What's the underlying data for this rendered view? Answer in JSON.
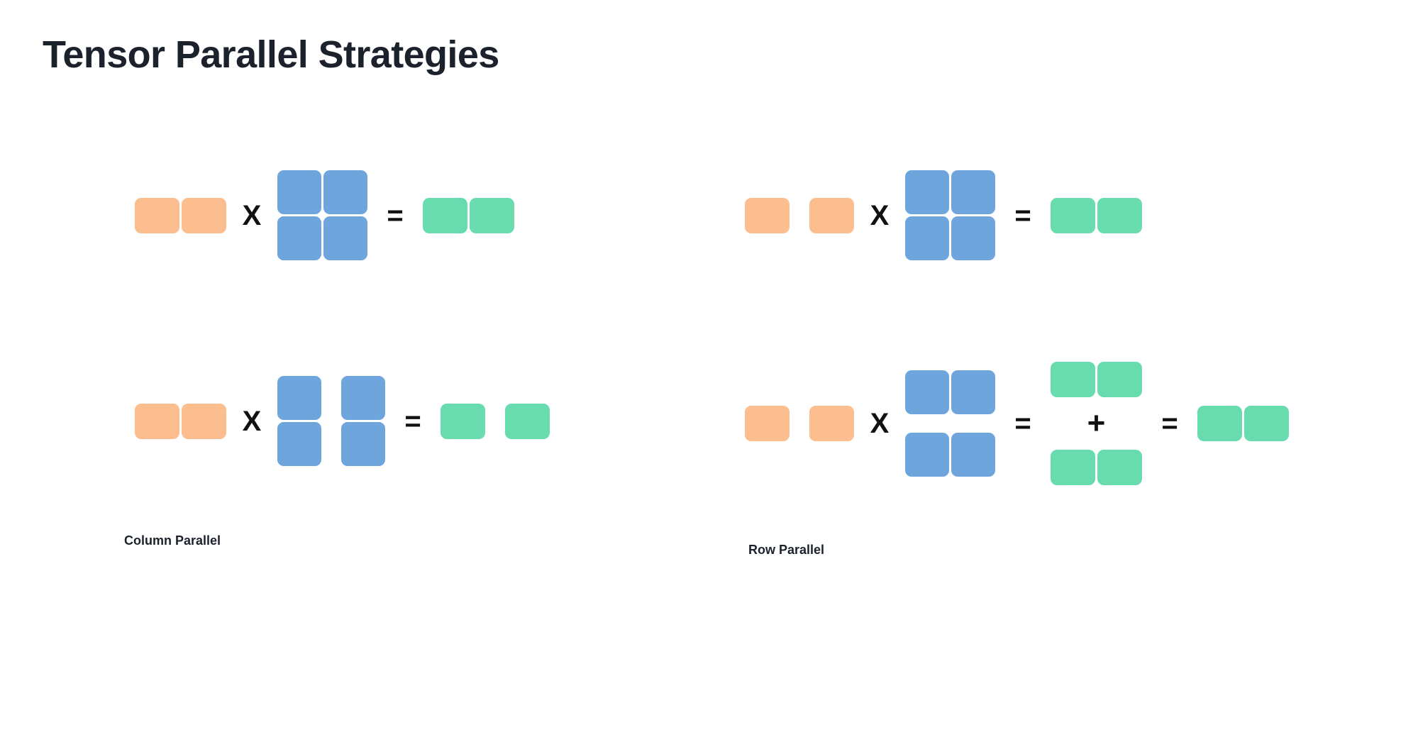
{
  "page": {
    "title": "Tensor Parallel Strategies",
    "background": "#ffffff"
  },
  "colors": {
    "input_orange": "#fcbe8e",
    "weight_blue": "#6fa5dd",
    "output_green": "#69dcaf",
    "operator_black": "#111111",
    "title_navy": "#1b222c"
  },
  "operators": {
    "times": "X",
    "equals": "=",
    "plus": "+"
  },
  "panels": [
    {
      "id": "column-parallel",
      "caption": "Column Parallel",
      "equations": [
        {
          "id": "col-ref",
          "role": "unsharded-reference",
          "input": {
            "color": "input_orange",
            "rows": 1,
            "cols": 2,
            "split": "none"
          },
          "weight": {
            "color": "weight_blue",
            "rows": 2,
            "cols": 2,
            "split": "none"
          },
          "output": {
            "color": "output_green",
            "rows": 1,
            "cols": 2,
            "split": "none"
          }
        },
        {
          "id": "col-shard",
          "role": "sharded",
          "input": {
            "color": "input_orange",
            "rows": 1,
            "cols": 2,
            "split": "none"
          },
          "weight": {
            "color": "weight_blue",
            "rows": 2,
            "cols": 2,
            "split": "columns",
            "shards": 2
          },
          "output": {
            "color": "output_green",
            "rows": 1,
            "cols": 2,
            "split": "columns",
            "shards": 2
          }
        }
      ]
    },
    {
      "id": "row-parallel",
      "caption": "Row Parallel",
      "equations": [
        {
          "id": "row-ref",
          "role": "unsharded-reference",
          "input": {
            "color": "input_orange",
            "rows": 1,
            "cols": 2,
            "split": "columns",
            "shards": 2
          },
          "weight": {
            "color": "weight_blue",
            "rows": 2,
            "cols": 2,
            "split": "none"
          },
          "output": {
            "color": "output_green",
            "rows": 1,
            "cols": 2,
            "split": "none"
          }
        },
        {
          "id": "row-shard",
          "role": "sharded-with-allreduce",
          "input": {
            "color": "input_orange",
            "rows": 1,
            "cols": 2,
            "split": "columns",
            "shards": 2
          },
          "weight": {
            "color": "weight_blue",
            "rows": 2,
            "cols": 2,
            "split": "rows",
            "shards": 2
          },
          "partials": [
            {
              "color": "output_green",
              "rows": 1,
              "cols": 2,
              "split": "none"
            },
            {
              "color": "output_green",
              "rows": 1,
              "cols": 2,
              "split": "none"
            }
          ],
          "output": {
            "color": "output_green",
            "rows": 1,
            "cols": 2,
            "split": "none"
          }
        }
      ]
    }
  ]
}
